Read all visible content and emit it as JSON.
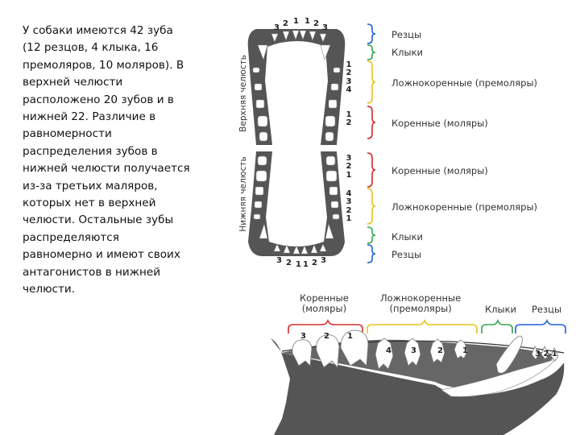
{
  "intro_text": "У собаки имеются 42 зуба\n(12 резцов, 4 клыка, 16\nпремоляров, 10 моляров). В\nверхней челюсти\nрасположено 20 зубов и в\nнижней 22. Различие в\nравномерности\nраспределения зубов в\nнижней челюсти получается\nиз-за третьих маляров,\nкоторых нет в верхней\nчелюсти. Остальные зубы\nраспределяются\nравномерно и имеют своих\nантагонистов в нижней\nчелюсти.",
  "upper_jaw_label": "Верхняя челюсть",
  "lower_jaw_label": "Нижняя челюсть",
  "upper_incisor_numbers": [
    "3",
    "2",
    "1",
    "1",
    "2",
    "3"
  ],
  "lower_incisor_numbers": [
    "3",
    "2",
    "1",
    "1",
    "2",
    "3"
  ],
  "upper_groups": [
    {
      "label": "Резцы",
      "numbers": "",
      "color": "#1f5fd6"
    },
    {
      "label": "Клыки",
      "numbers": "",
      "color": "#2fa84f"
    },
    {
      "label": "Ложнокоренные (премоляры)",
      "numbers": "1\n2\n3\n4",
      "color": "#e8c31a"
    },
    {
      "label": "Коренные (моляры)",
      "numbers": "1\n2",
      "color": "#d42b2b"
    }
  ],
  "lower_groups": [
    {
      "label": "Коренные (моляры)",
      "numbers": "3\n2\n1",
      "color": "#d42b2b"
    },
    {
      "label": "Ложнокоренные (премоляры)",
      "numbers": "4\n3\n2\n1",
      "color": "#e8c31a"
    },
    {
      "label": "Клыки",
      "numbers": "",
      "color": "#2fa84f"
    },
    {
      "label": "Резцы",
      "numbers": "",
      "color": "#1f5fd6"
    }
  ],
  "side_view": {
    "molars_label": "Коренные\n(моляры)",
    "premolars_label": "Ложнокоренные\n(премоляры)",
    "canines_label": "Клыки",
    "incisors_label": "Резцы",
    "molar_numbers": [
      "3",
      "2",
      "1"
    ],
    "premolar_numbers": [
      "4",
      "3",
      "2",
      "1"
    ],
    "incisor_numbers": "3 2 1"
  },
  "colors": {
    "red": "#d42b2b",
    "yellow": "#e8c31a",
    "green": "#2fa84f",
    "blue": "#1f5fd6",
    "bone": "#555555"
  }
}
